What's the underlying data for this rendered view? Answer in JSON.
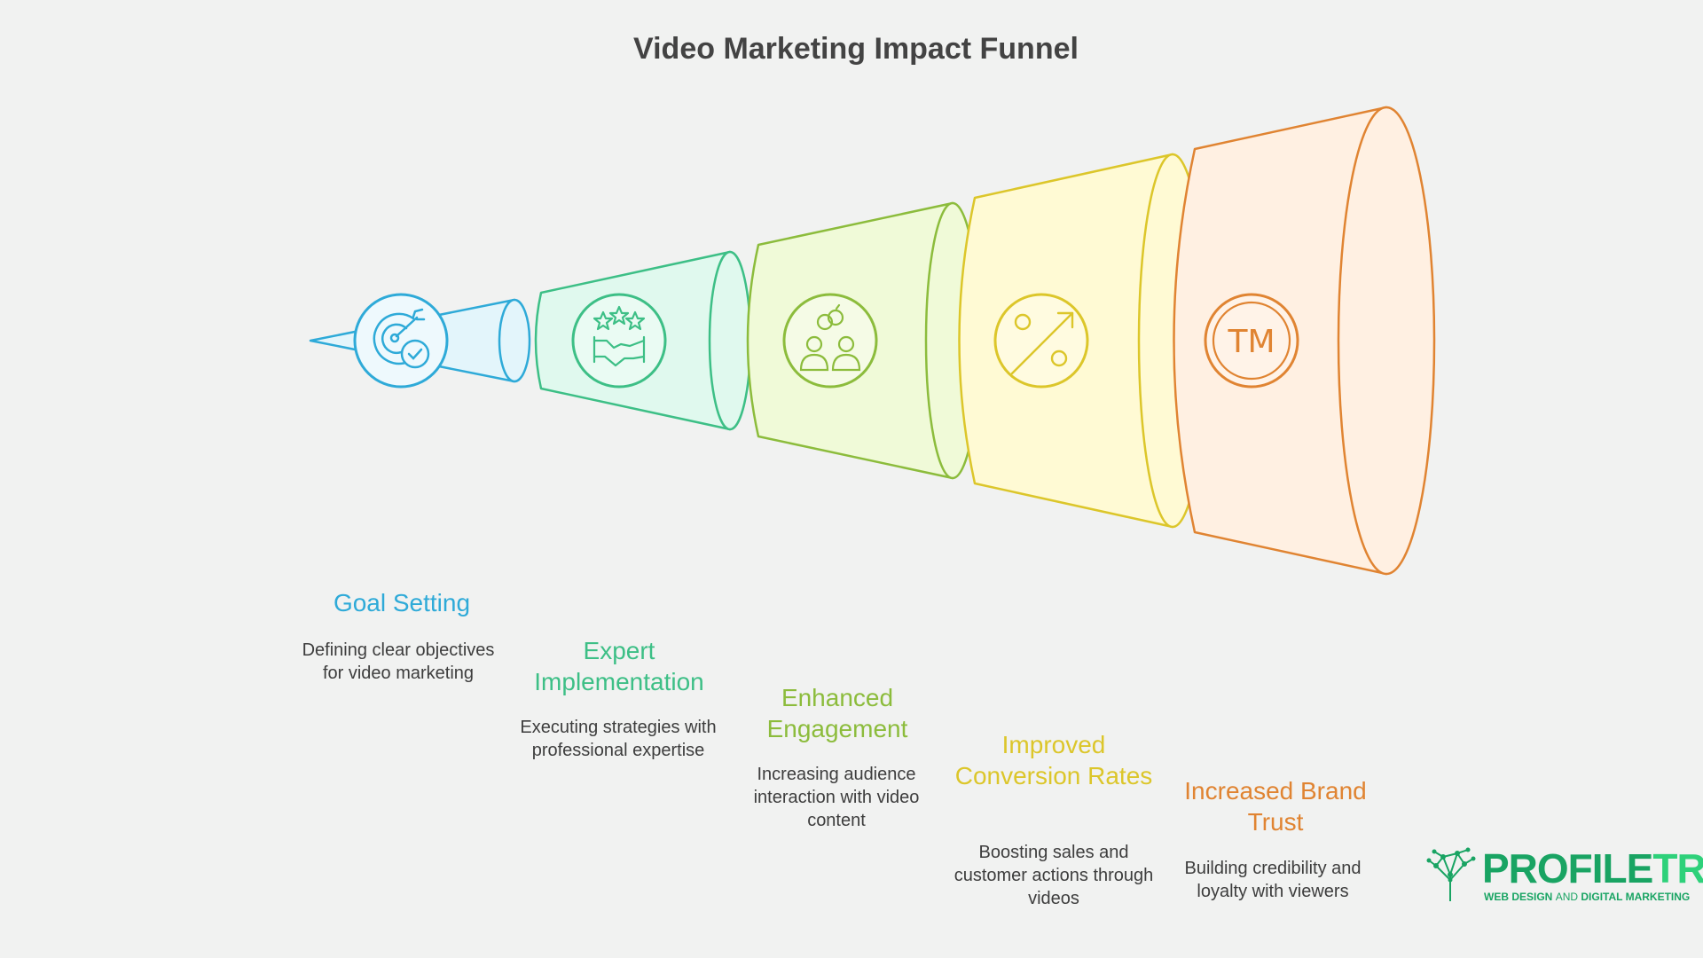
{
  "title": "Video Marketing Impact Funnel",
  "stages": [
    {
      "title": "Goal Setting",
      "description": "Defining clear objectives for video marketing",
      "color": "#2eaad8",
      "fill": "#e3f5fb",
      "icon": "target-check-icon"
    },
    {
      "title": "Expert Implementation",
      "description": "Executing strategies with professional expertise",
      "color": "#3dbf86",
      "fill": "#e0f9ee",
      "icon": "stars-handshake-icon"
    },
    {
      "title": "Enhanced Engagement",
      "description": "Increasing audience interaction with video content",
      "color": "#8cbc3c",
      "fill": "#f0fad8",
      "icon": "people-link-icon"
    },
    {
      "title": "Improved Conversion Rates",
      "description": "Boosting sales and customer actions through videos",
      "color": "#dcc62a",
      "fill": "#fffad4",
      "icon": "percent-arrow-icon"
    },
    {
      "title": "Increased Brand Trust",
      "description": "Building credibility and loyalty with viewers",
      "color": "#e08432",
      "fill": "#fff0e2",
      "icon": "trademark-icon"
    }
  ],
  "logo": {
    "name_part1": "PROFILE",
    "name_part2": "TREE",
    "tagline_part1": "WEB DESIGN",
    "tagline_part2": "AND",
    "tagline_part3": "DIGITAL MARKETING",
    "color_primary": "#19a463",
    "color_secondary": "#2ed17a"
  }
}
